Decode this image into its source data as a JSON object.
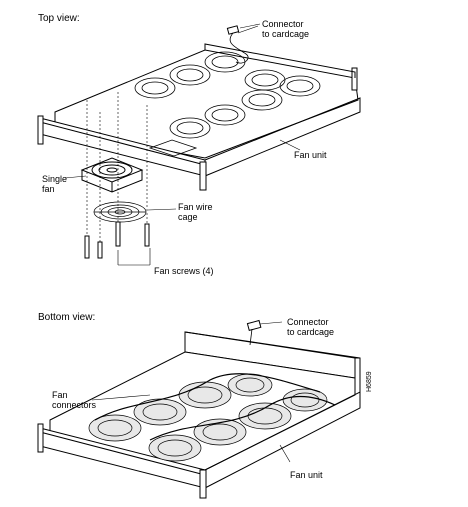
{
  "top_view": {
    "title": "Top view:",
    "connector_line1": "Connector",
    "connector_line2": "to cardcage",
    "fan_unit": "Fan unit",
    "single_fan_line1": "Single",
    "single_fan_line2": "fan",
    "fan_wire_line1": "Fan wire",
    "fan_wire_line2": "cage",
    "fan_screws": "Fan screws (4)"
  },
  "bottom_view": {
    "title": "Bottom view:",
    "connector_line1": "Connector",
    "connector_line2": "to cardcage",
    "fan_connectors_line1": "Fan",
    "fan_connectors_line2": "connectors",
    "fan_unit": "Fan unit"
  },
  "figure_code": "H6859"
}
